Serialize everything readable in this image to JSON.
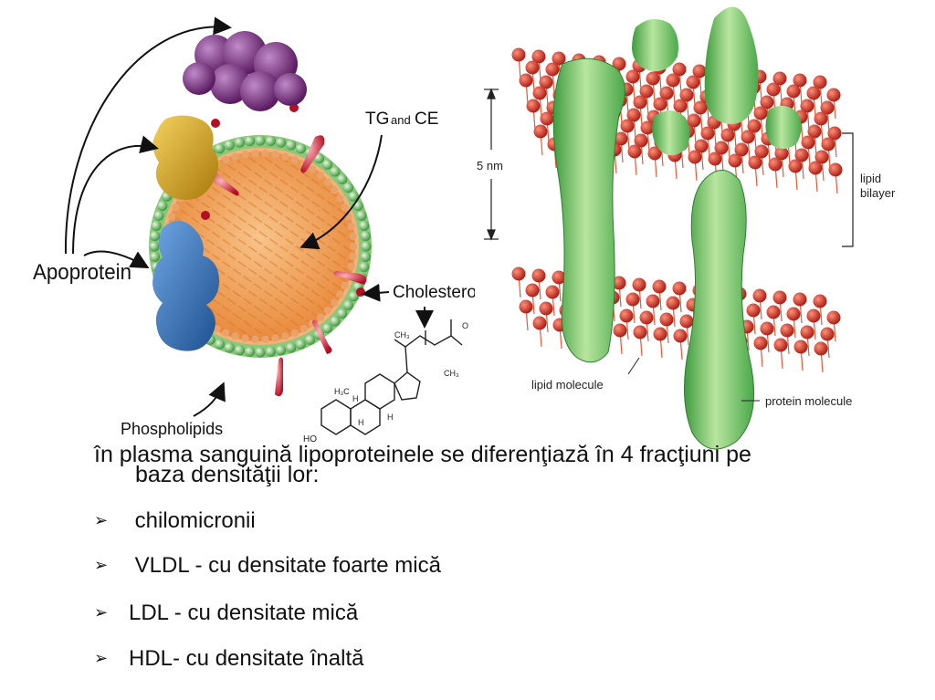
{
  "left_figure": {
    "labels": {
      "apoprotein": "Apoprotein",
      "tg_ce_main": "TG",
      "tg_ce_and": "and",
      "tg_ce_ce": "CE",
      "cholesterol": "Cholesterol",
      "phospholipids": "Phospholipids"
    },
    "molecule_labels": {
      "h3c": "H₃C",
      "h_1": "H",
      "h_2": "H",
      "h_3": "H",
      "ho": "HO",
      "ch3_top": "CH₃",
      "ch3_end": "CH₃",
      "o_mark": "O"
    },
    "colors": {
      "core": "#f2a65a",
      "phospholipid_head": "#4caf50",
      "cholesterol_red": "#c0112a",
      "apoprotein_purple": "#7b2d80",
      "apoprotein_yellow": "#d9a416",
      "apoprotein_blue": "#2f6db5"
    }
  },
  "right_figure": {
    "labels": {
      "scale": "5 nm",
      "lipid_bilayer_1": "lipid",
      "lipid_bilayer_2": "bilayer",
      "lipid_molecule": "lipid molecule",
      "protein_molecule": "protein molecule"
    },
    "colors": {
      "lipid_head": "#cc2a1c",
      "lipid_tail": "#e05a3a",
      "protein": "#6cc24a"
    }
  },
  "text": {
    "intro_line1": "în plasma sanguină lipoproteinele se diferenţiază în 4 fracţiuni pe",
    "intro_line2": "baza densităţii lor:",
    "bullet_glyph": "➢",
    "items": [
      " chilomicronii",
      " VLDL - cu densitate foarte mică",
      "LDL - cu densitate  mică",
      "HDL- cu densitate  înaltă"
    ]
  }
}
